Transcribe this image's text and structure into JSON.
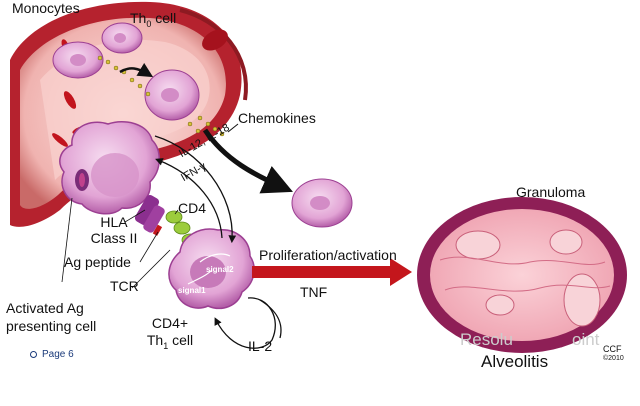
{
  "labels": {
    "monocytes": "Monocytes",
    "th0_cell": "Th",
    "th0_sub": "0",
    "th0_suffix": " cell",
    "chemokines": "Chemokines",
    "il12_il18": "IL-12, IL-18",
    "ifn_gamma": "IFN-γ",
    "cd4": "CD4",
    "hla_line1": "HLA",
    "hla_line2": "Class II",
    "ag_peptide": "Ag peptide",
    "tcr": "TCR",
    "signal1": "signal1",
    "signal2": "signal2",
    "apc_line1": "Activated Ag",
    "apc_line2": "presenting cell",
    "cd4_th1_line1": "CD4+",
    "cd4_th1_line2": "Th",
    "th1_sub": "1",
    "th1_suffix": " cell",
    "il2": "IL-2",
    "proliferation": "Proliferation/activation",
    "tnf": "TNF",
    "granuloma": "Granuloma",
    "alveolitis_top": "Alveolitis",
    "alveolitis_ghost_left": "Resolu",
    "alveolitis_ghost_right": "oint",
    "credit_line1": "CCF",
    "credit_line2": "©2010"
  },
  "footer": {
    "page": "Page 6"
  },
  "colors": {
    "cell_fill": "#e3a6d6",
    "cell_edge": "#9c3f92",
    "vessel_red": "#b5222e",
    "vessel_pink": "#f4c1c1",
    "arrow_red": "#c4161c",
    "granuloma_dots": "#8e1f56",
    "granuloma_body": "#f3b9c3",
    "receptor_purple": "#8b2f8f",
    "cd4_green": "#9ccc3c"
  }
}
